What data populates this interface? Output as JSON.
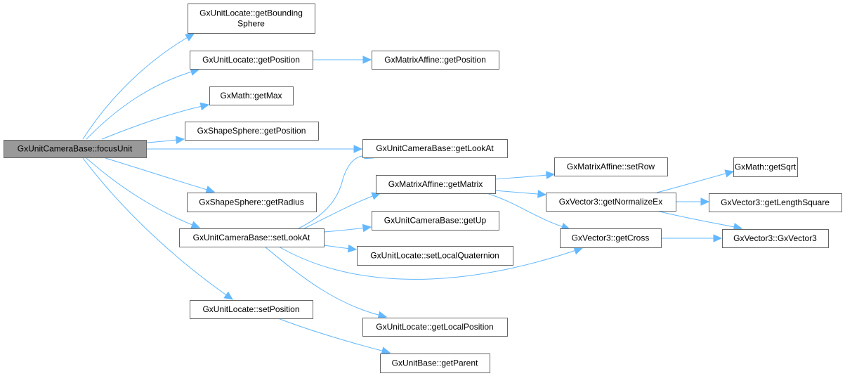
{
  "graph": {
    "edge_color": "#63b8ff",
    "root_fill": "#999999",
    "node_fill": "#ffffff",
    "node_border": "#666666",
    "nodes": [
      {
        "id": "n0",
        "label": [
          "GxUnitCameraBase::focusUnit"
        ],
        "root": true
      },
      {
        "id": "n1",
        "label": [
          "GxUnitLocate::getBounding",
          "Sphere"
        ]
      },
      {
        "id": "n2",
        "label": [
          "GxUnitLocate::getPosition"
        ]
      },
      {
        "id": "n3",
        "label": [
          "GxMatrixAffine::getPosition"
        ]
      },
      {
        "id": "n4",
        "label": [
          "GxMath::getMax"
        ]
      },
      {
        "id": "n5",
        "label": [
          "GxShapeSphere::getPosition"
        ]
      },
      {
        "id": "n6",
        "label": [
          "GxUnitCameraBase::getLookAt"
        ]
      },
      {
        "id": "n7",
        "label": [
          "GxShapeSphere::getRadius"
        ]
      },
      {
        "id": "n8",
        "label": [
          "GxUnitCameraBase::setLookAt"
        ]
      },
      {
        "id": "n9",
        "label": [
          "GxMatrixAffine::getMatrix"
        ]
      },
      {
        "id": "n10",
        "label": [
          "GxMatrixAffine::setRow"
        ]
      },
      {
        "id": "n11",
        "label": [
          "GxVector3::getNormalizeEx"
        ]
      },
      {
        "id": "n12",
        "label": [
          "GxMath::getSqrt"
        ]
      },
      {
        "id": "n13",
        "label": [
          "GxVector3::getLengthSquare"
        ]
      },
      {
        "id": "n14",
        "label": [
          "GxVector3::GxVector3"
        ]
      },
      {
        "id": "n15",
        "label": [
          "GxVector3::getCross"
        ]
      },
      {
        "id": "n16",
        "label": [
          "GxUnitCameraBase::getUp"
        ]
      },
      {
        "id": "n17",
        "label": [
          "GxUnitLocate::setLocalQuaternion"
        ]
      },
      {
        "id": "n18",
        "label": [
          "GxUnitLocate::setPosition"
        ]
      },
      {
        "id": "n19",
        "label": [
          "GxUnitLocate::getLocalPosition"
        ]
      },
      {
        "id": "n20",
        "label": [
          "GxUnitBase::getParent"
        ]
      }
    ],
    "edges": [
      {
        "from": "n0",
        "to": "n1"
      },
      {
        "from": "n0",
        "to": "n2"
      },
      {
        "from": "n0",
        "to": "n4"
      },
      {
        "from": "n0",
        "to": "n5"
      },
      {
        "from": "n0",
        "to": "n6"
      },
      {
        "from": "n0",
        "to": "n7"
      },
      {
        "from": "n0",
        "to": "n8"
      },
      {
        "from": "n0",
        "to": "n18"
      },
      {
        "from": "n2",
        "to": "n3"
      },
      {
        "from": "n8",
        "to": "n6"
      },
      {
        "from": "n8",
        "to": "n9"
      },
      {
        "from": "n8",
        "to": "n16"
      },
      {
        "from": "n8",
        "to": "n17"
      },
      {
        "from": "n8",
        "to": "n15"
      },
      {
        "from": "n8",
        "to": "n19"
      },
      {
        "from": "n9",
        "to": "n10"
      },
      {
        "from": "n9",
        "to": "n11"
      },
      {
        "from": "n9",
        "to": "n15"
      },
      {
        "from": "n11",
        "to": "n12"
      },
      {
        "from": "n11",
        "to": "n13"
      },
      {
        "from": "n11",
        "to": "n14"
      },
      {
        "from": "n15",
        "to": "n14"
      },
      {
        "from": "n18",
        "to": "n20"
      }
    ]
  }
}
